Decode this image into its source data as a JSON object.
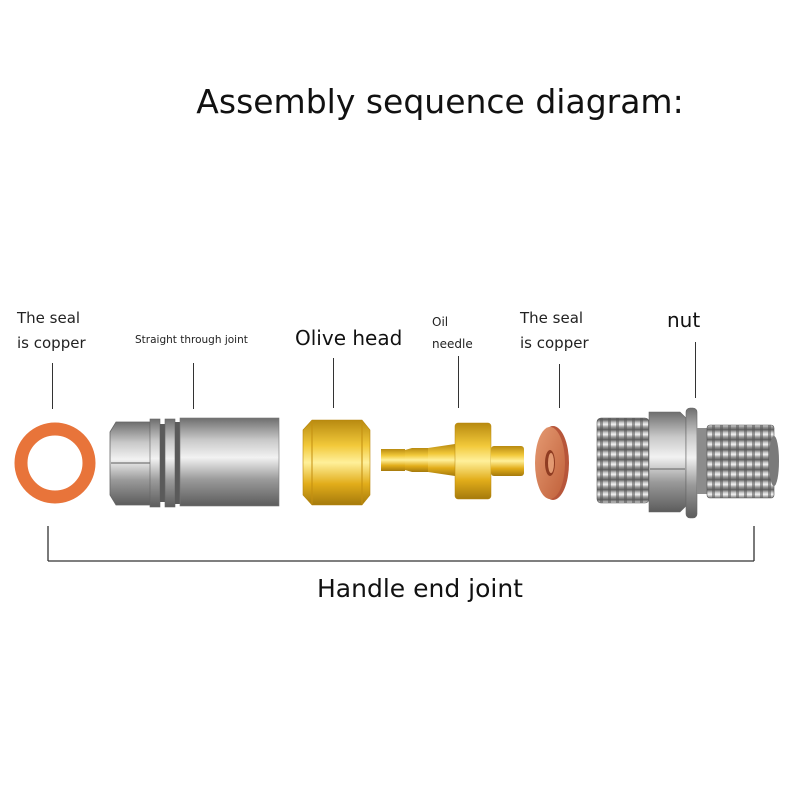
{
  "title": "Assembly sequence diagram:",
  "parts": [
    {
      "label_line1": "The seal",
      "label_line2": "is copper",
      "part": "copper-seal-ring"
    },
    {
      "label": "Straight through joint",
      "part": "straight-through-joint"
    },
    {
      "label": "Olive head",
      "part": "olive-head"
    },
    {
      "label_line1": "Oil",
      "label_line2": "needle",
      "part": "oil-needle"
    },
    {
      "label_line1": "The seal",
      "label_line2": "is copper",
      "part": "copper-seal-washer"
    },
    {
      "label": "nut",
      "part": "nut"
    }
  ],
  "group_label": "Handle end joint",
  "colors": {
    "copper": "#e8743a",
    "copper_dark": "#c8673f",
    "brass": "#e6b419",
    "steel": "#a8a8a8"
  }
}
